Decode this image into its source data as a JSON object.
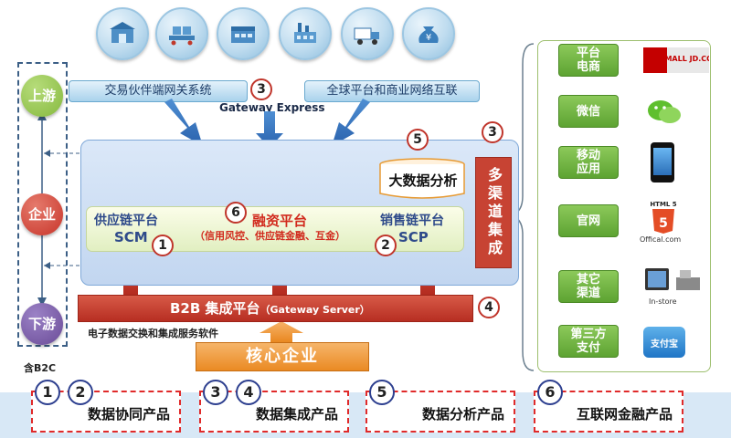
{
  "top": {
    "partner_label": "交易伙伴端网关系统",
    "global_label": "全球平台和商业网络互联",
    "gateway_express": "Gateway Express",
    "icons": [
      "warehouse-icon",
      "conveyor-icon",
      "factory-building-icon",
      "plant-icon",
      "truck-icon",
      "money-bag-icon"
    ]
  },
  "left": {
    "upstream": "上游",
    "enterprise": "企业",
    "downstream": "下游",
    "b2c_note": "含B2C"
  },
  "center": {
    "big_data": "大数据分析",
    "supply_chain": "供应链平台",
    "scm": "SCM",
    "finance": "融资平台",
    "finance_sub": "（信用风控、供应链金融、互金）",
    "sales_chain": "销售链平台",
    "scp": "SCP",
    "multi_channel": "多渠道集成",
    "b2b": "B2B 集成平台",
    "b2b_sub": "（Gateway Server）",
    "edi_note": "电子数据交换和集成服务软件",
    "core": "核心企业"
  },
  "numbers": {
    "n1": "1",
    "n2": "2",
    "n3": "3",
    "n4": "4",
    "n5": "5",
    "n6": "6"
  },
  "channels": [
    {
      "label": "平台电商",
      "logo_text": "天猫TMALL  JD.COM 京东"
    },
    {
      "label": "微信",
      "logo_text": ""
    },
    {
      "label": "移动应用",
      "logo_text": ""
    },
    {
      "label": "官网",
      "logo_text": "Offical.com",
      "badge": "HTML 5"
    },
    {
      "label": "其它渠道",
      "logo_text": "In-store"
    },
    {
      "label": "第三方支付",
      "logo_text": "支付宝"
    }
  ],
  "products": [
    {
      "nums": [
        "1",
        "2"
      ],
      "label": "数据协同产品"
    },
    {
      "nums": [
        "3",
        "4"
      ],
      "label": "数据集成产品"
    },
    {
      "nums": [
        "5"
      ],
      "label": "数据分析产品"
    },
    {
      "nums": [
        "6"
      ],
      "label": "互联网金融产品"
    }
  ],
  "colors": {
    "accent_red": "#c74333",
    "upstream_green": "#86b93f",
    "enterprise_red": "#c8352a",
    "downstream_purple": "#6a4b97",
    "channel_green": "#5da332",
    "core_orange": "#ea8a23"
  }
}
